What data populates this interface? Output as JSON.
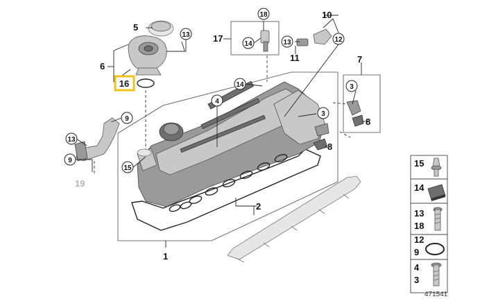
{
  "labels": {
    "l1": "1",
    "l2": "2",
    "l3": "3",
    "l5": "5",
    "l6": "6",
    "l7": "7",
    "l8a": "8",
    "l8b": "8",
    "l9a": "9",
    "l9b": "9",
    "l10": "10",
    "l11": "11",
    "l12": "12",
    "l13a": "13",
    "l13b": "13",
    "l13c": "13",
    "l14a": "14",
    "l14b": "14",
    "l15": "15",
    "l16": "16",
    "l17": "17",
    "l18": "18",
    "l19": "19",
    "l4": "4",
    "l3b": "3"
  },
  "side_panel": {
    "rows": [
      {
        "top": "15",
        "bottom": ""
      },
      {
        "top": "14",
        "bottom": ""
      },
      {
        "top": "13",
        "bottom": "18"
      },
      {
        "top": "12",
        "bottom": "9"
      },
      {
        "top": "4",
        "bottom": "3"
      }
    ],
    "diagram_number": "471541"
  },
  "colors": {
    "highlight": "#f2c21a",
    "grey_label": "#b5b5b5"
  }
}
